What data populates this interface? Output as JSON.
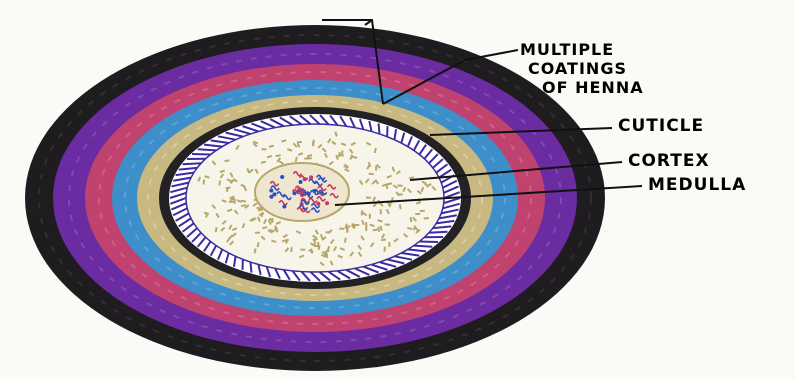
{
  "colors": {
    "background": "#fbfaf6",
    "outer_black": "#1e1c1f",
    "purple": "#6a2ca0",
    "pink": "#c0426e",
    "blue": "#3d8ec9",
    "gold": "#c7b981",
    "inner_black": "#232124",
    "cuticle_stripe": "#3b2ba0",
    "cortex_fill": "#f7f5ea",
    "cortex_dots": "#b8a66a",
    "medulla_fill": "#efe6cf",
    "medulla_marks_red": "#c23a64",
    "medulla_marks_blue": "#2a4fbf",
    "label_ink": "#111111"
  },
  "labels": {
    "henna_line1": "MULTIPLE",
    "henna_line2": "COATINGS",
    "henna_line3": "OF HENNA",
    "cuticle": "CUTICLE",
    "cortex": "CORTEX",
    "medulla": "MEDULLA"
  }
}
